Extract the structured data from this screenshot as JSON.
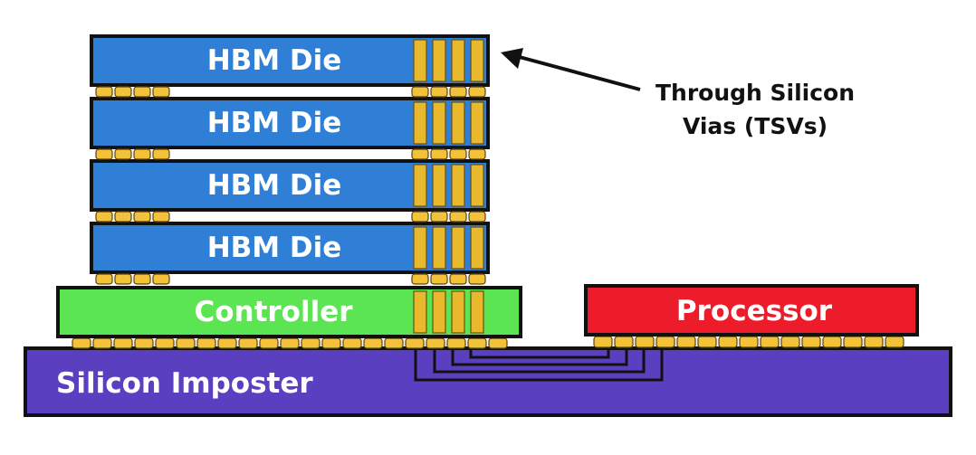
{
  "hbm_dies": [
    {
      "label": "HBM Die"
    },
    {
      "label": "HBM Die"
    },
    {
      "label": "HBM Die"
    },
    {
      "label": "HBM Die"
    }
  ],
  "controller": {
    "label": "Controller"
  },
  "processor": {
    "label": "Processor"
  },
  "interposer": {
    "label": "Silicon Imposter"
  },
  "annotation": {
    "line1": "Through Silicon",
    "line2": "Vias (TSVs)"
  },
  "colors": {
    "die_fill": "#2f7fd6",
    "controller_fill": "#5be552",
    "processor_fill": "#ec1c2a",
    "interposer_fill": "#5a3fc0",
    "bump_fill": "#f1c23a",
    "tsv_fill": "#e8b92c",
    "outline": "#111111",
    "label_text": "#ffffff",
    "annotation_text": "#111111"
  }
}
